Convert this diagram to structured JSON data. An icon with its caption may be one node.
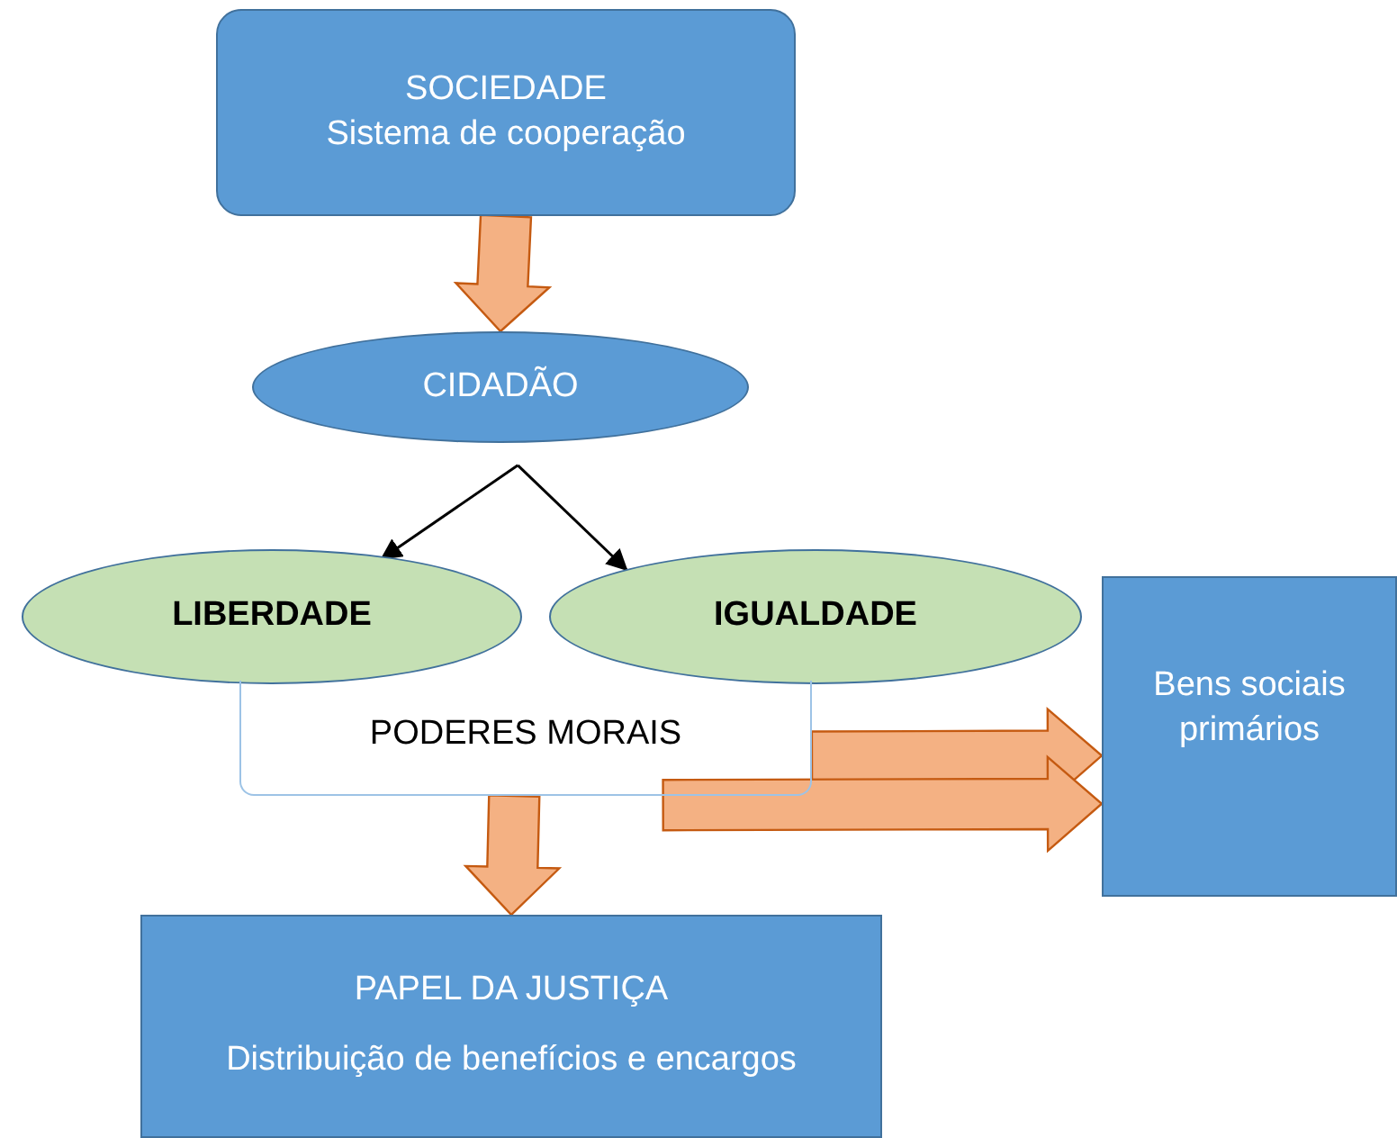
{
  "diagram": {
    "nodes": [
      {
        "text": [
          "SOCIEDADE",
          "Sistema de cooperação"
        ]
      },
      {
        "text": [
          "CIDADÃO"
        ]
      },
      {
        "text": [
          "LIBERDADE"
        ]
      },
      {
        "text": [
          "IGUALDADE"
        ]
      },
      {
        "text": [
          "PODERES MORAIS"
        ]
      },
      {
        "text": [
          "Bens sociais primários"
        ]
      },
      {
        "text": [
          "PAPEL DA JUSTIÇA",
          "Distribuição de benefícios e encargos"
        ]
      }
    ],
    "edges": [
      {
        "from": 0,
        "to": 1,
        "arrow": "to",
        "style": "thick",
        "color": "#f4b183"
      },
      {
        "from": 1,
        "to": 2,
        "arrow": "to"
      },
      {
        "from": 1,
        "to": 3,
        "arrow": "to"
      },
      {
        "from": 4,
        "to": 5,
        "arrow": "to",
        "style": "thick",
        "color": "#f4b183"
      },
      {
        "from": 4,
        "to": 5,
        "arrow": "to",
        "style": "thick",
        "color": "#f4b183"
      },
      {
        "from": 4,
        "to": 6,
        "arrow": "to",
        "style": "thick",
        "color": "#f4b183"
      }
    ]
  }
}
